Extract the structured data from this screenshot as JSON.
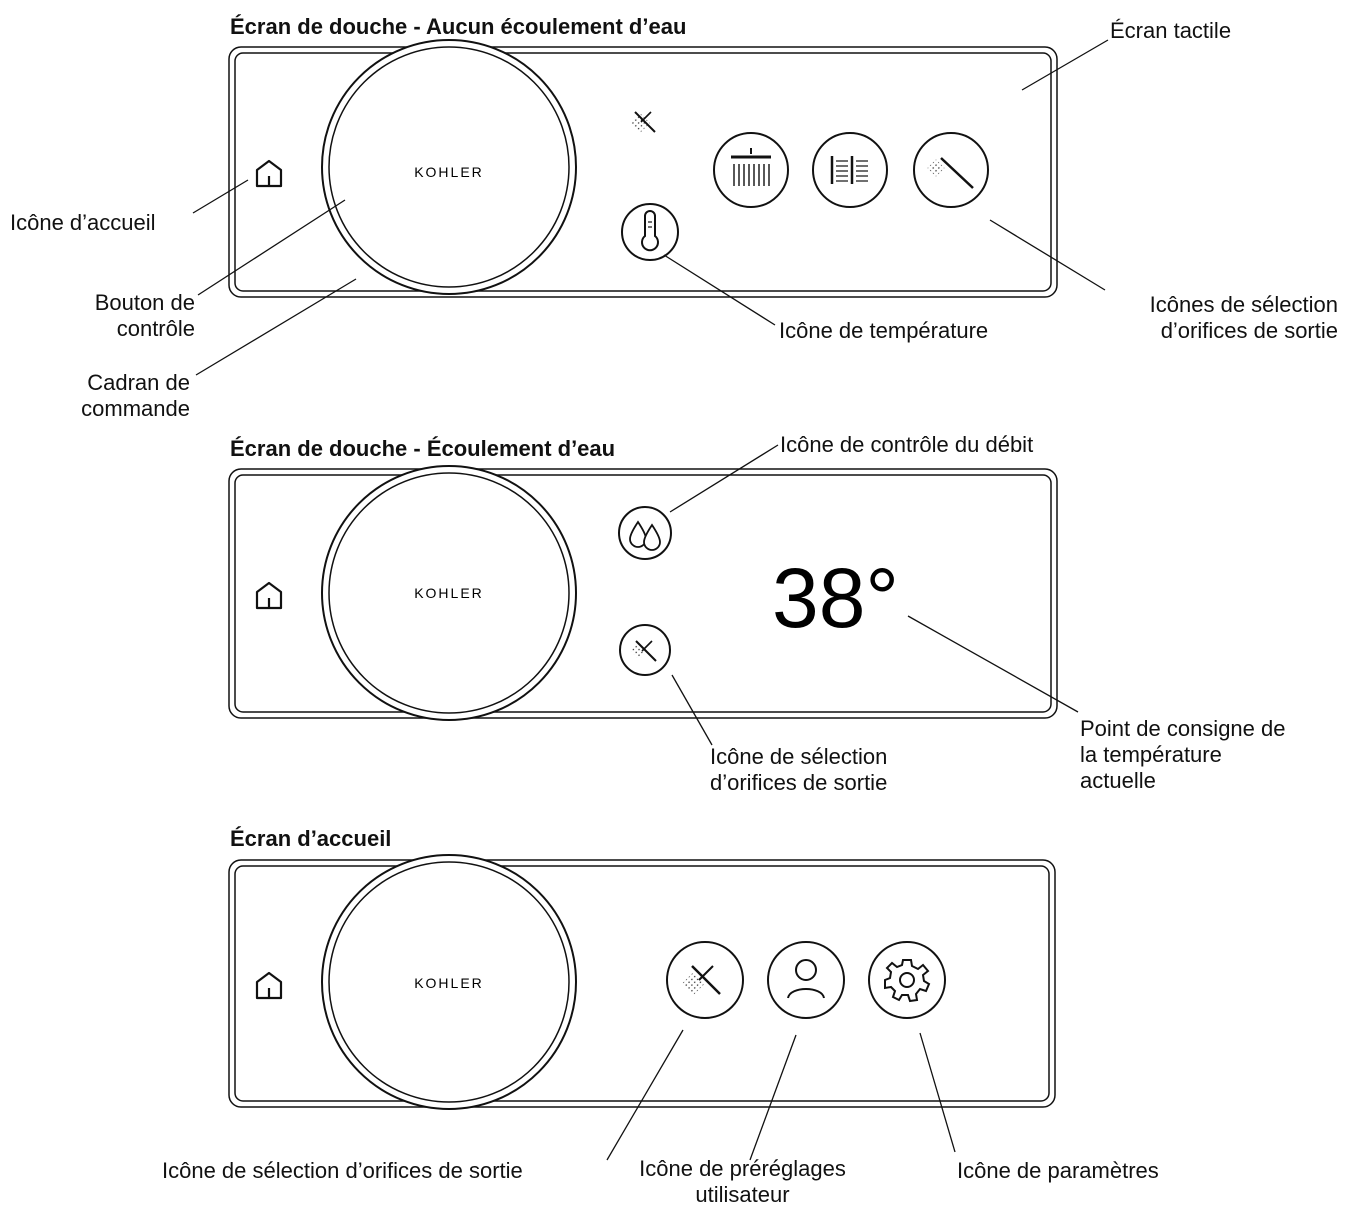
{
  "panels": {
    "no_flow": {
      "title": "Écran de douche - Aucun écoulement d’eau",
      "brand": "KOHLER",
      "callouts": {
        "touchscreen": "Écran tactile",
        "home_icon": "Icône d’accueil",
        "control_button": "Bouton de contrôle",
        "control_dial": "Cadran de commande",
        "temperature_icon": "Icône de température",
        "outlet_selection_icons": "Icônes de sélection d’orifices de sortie"
      },
      "icons": [
        "shower-off-icon",
        "thermometer-icon",
        "rain-head-icon",
        "body-spray-icon",
        "handshower-icon",
        "home-icon"
      ]
    },
    "flow": {
      "title": "Écran de douche - Écoulement d’eau",
      "brand": "KOHLER",
      "temperature": "38°",
      "callouts": {
        "flow_control_icon": "Icône de contrôle du débit",
        "outlet_selection_icon": "Icône de sélection d’orifices de sortie",
        "temperature_setpoint": "Point de consigne de la température actuelle"
      },
      "icons": [
        "water-drops-icon",
        "shower-off-icon",
        "home-icon"
      ]
    },
    "home": {
      "title": "Écran d’accueil",
      "brand": "KOHLER",
      "callouts": {
        "outlet_selection_icon": "Icône de sélection d’orifices de sortie",
        "user_presets_icon": "Icône de préréglages utilisateur",
        "settings_icon": "Icône de paramètres"
      },
      "icons": [
        "shower-off-icon",
        "user-icon",
        "gear-icon",
        "home-icon"
      ]
    }
  }
}
